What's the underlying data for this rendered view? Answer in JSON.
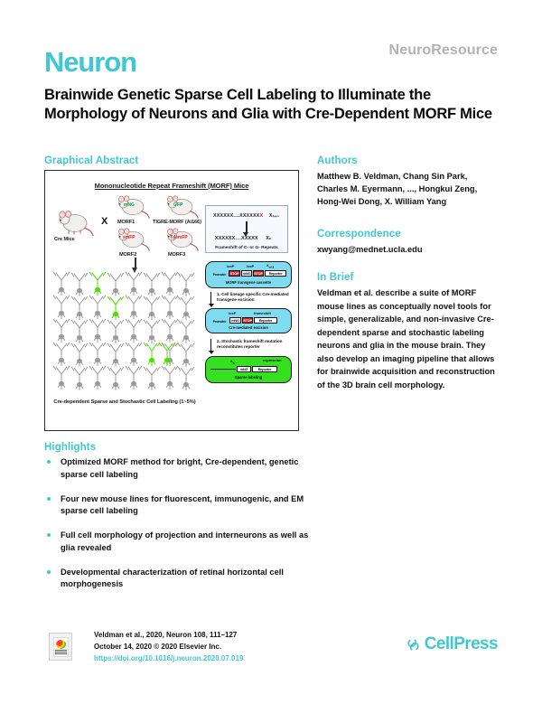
{
  "header": {
    "kicker": "NeuroResource",
    "journal_logo": "Neuron",
    "title": "Brainwide Genetic Sparse Cell Labeling to Illuminate the Morphology of Neurons and Glia with Cre-Dependent MORF Mice"
  },
  "sections": {
    "graphical_abstract": "Graphical Abstract",
    "authors": "Authors",
    "correspondence": "Correspondence",
    "in_brief": "In Brief",
    "highlights": "Highlights"
  },
  "authors": {
    "list": "Matthew B. Veldman, Chang Sin Park, Charles M. Eyermann, ..., Hongkui Zeng, Hong-Wei Dong, X. William Yang"
  },
  "correspondence": {
    "email": "xwyang@mednet.ucla.edu"
  },
  "in_brief": {
    "text": "Veldman et al. describe a suite of MORF mouse lines as conceptually novel tools for simple, generalizable, and non-invasive Cre-dependent sparse and stochastic labeling neurons and glia in the mouse brain. They also develop an imaging pipeline that allows for brainwide acquisition and reconstruction of the 3D brain cell morphology."
  },
  "highlights": {
    "items": [
      "Optimized MORF method for bright, Cre-dependent, genetic sparse cell labeling",
      "Four new mouse lines for fluorescent, immunogenic, and EM sparse cell labeling",
      "Full cell morphology of projection and interneurons as well as glia revealed",
      "Developmental characterization of retinal horizontal cell morphogenesis"
    ]
  },
  "footer": {
    "citation_line1": "Veldman et al., 2020, Neuron 108, 111–127",
    "citation_line2": "October 14, 2020 © 2020 Elsevier Inc.",
    "doi": "https://doi.org/10.1016/j.neuron.2020.07.019",
    "publisher": "CellPress"
  },
  "figure": {
    "title": "Mononucleotide Repeat Frameshift (MORF) Mice",
    "cre_mouse": "Cre Mice",
    "cross_symbol": "X",
    "morf_mice": [
      {
        "name": "MORF1",
        "tag": "mNG",
        "tag_color": "#16a34a"
      },
      {
        "name": "TIGRE-MORF (Ai166)",
        "tag": "GFP",
        "tag_color": "#16a34a"
      },
      {
        "name": "MORF2",
        "tag": "smFP",
        "tag_color": "#d61f1f"
      },
      {
        "name": "MORF3",
        "tag": "TdemFP",
        "tag_color": "#d61f1f"
      }
    ],
    "frameshift_box": {
      "line_top": "XXXXXX....XXXXXX",
      "line_top_red": "X",
      "sub_top": "Xₙ₊₁",
      "line_bottom": "XXXXXX....XXXXX",
      "sub_bottom": "Xₙ",
      "caption": "Frameshift of C- or G- Repeats"
    },
    "cassettes": [
      {
        "id": "cassette-top",
        "color": "#7fdcf0",
        "promoter": "Promoter",
        "elements": [
          "STOP",
          "mNG",
          "STOP",
          "Reporter"
        ],
        "caption": "MORF transgene cassette"
      },
      {
        "id": "cassette-middle",
        "color": "#7fdcf0",
        "promoter": "Promoter",
        "elements": [
          "mNG",
          "STOP",
          "Reporter"
        ],
        "caption": "Cre-mediated excision"
      },
      {
        "id": "cassette-bottom",
        "color": "#35e021",
        "promoter": "Promoter",
        "elements": [
          "mNG",
          "Reporter"
        ],
        "caption": "Sparse labeling"
      }
    ],
    "steps": [
      "1. Cell lineage specific Cre-mediated transgene excision",
      "2. Stochastic frameshift mutation reconstitutes reporter"
    ],
    "grid_caption": "Cre-dependent Sparse and Stochastic Cell Labeling (1~5%)",
    "colors": {
      "accent": "#3fc8d2",
      "cassette_cyan": "#7fdcf0",
      "cassette_green": "#35e021",
      "labeled_neuron": "#4ce000",
      "unlabeled_neuron": "#9a9a9a"
    }
  }
}
